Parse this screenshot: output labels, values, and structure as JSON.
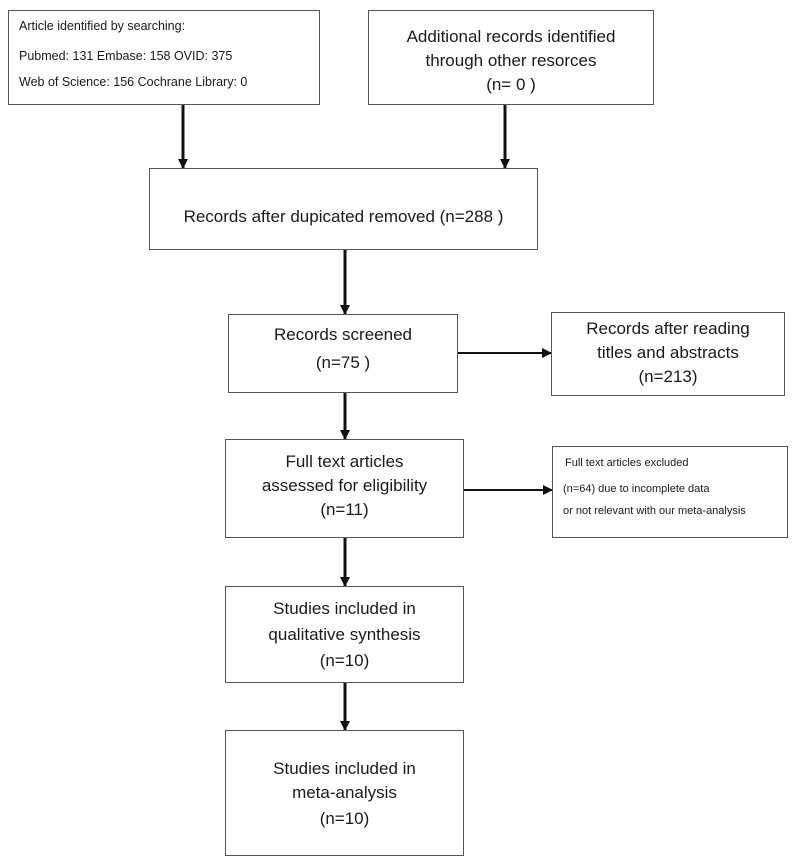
{
  "search": {
    "l1": "Article identified by searching:",
    "l2": "Pubmed: 131  Embase: 158  OVID: 375",
    "l3": "Web of Science: 156 Cochrane Library: 0"
  },
  "additional": {
    "l1": "Additional records identified",
    "l2": "through other resorces",
    "l3": "(n= 0  )"
  },
  "dedup": {
    "l1": "Records after dupicated removed (n=288  )"
  },
  "screened": {
    "l1": "Records screened",
    "l2": "(n=75   )"
  },
  "titles_abstracts": {
    "l1": "Records after reading",
    "l2": "titles and abstracts",
    "l3": "(n=213)"
  },
  "fulltext": {
    "l1": "Full text articles",
    "l2": "assessed for eligibility",
    "l3": "(n=11)"
  },
  "excluded": {
    "l1": "Full text articles excluded",
    "l2": " (n=64) due to incomplete data",
    "l3": "or not relevant with our meta-analysis"
  },
  "qualitative": {
    "l1": "Studies included in",
    "l2": "qualitative synthesis",
    "l3": "(n=10)"
  },
  "meta": {
    "l1": "Studies included in",
    "l2": "meta-analysis",
    "l3": "(n=10)"
  }
}
